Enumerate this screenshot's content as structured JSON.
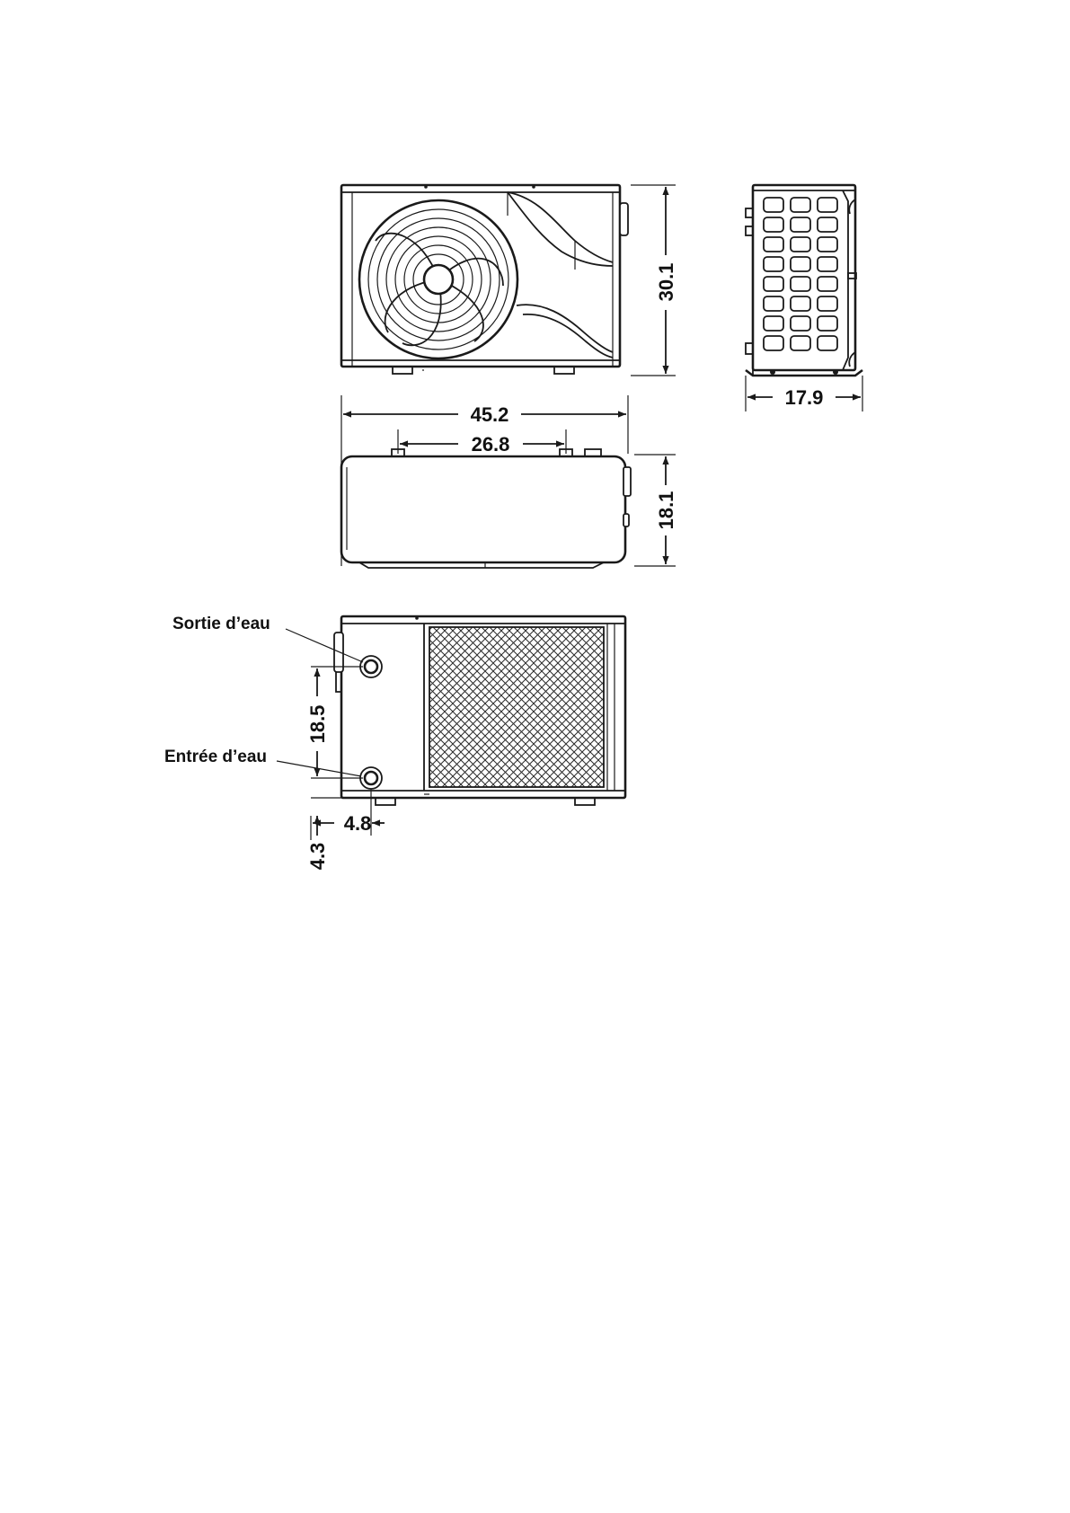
{
  "dimensions": {
    "front_height": "30.1",
    "side_width": "17.9",
    "overall_length": "45.2",
    "feet_spacing": "26.8",
    "top_depth": "18.1",
    "connection_spacing": "18.5",
    "connection_offset": "4.8",
    "base_height": "4.3"
  },
  "labels": {
    "water_outlet": "Sortie d’eau",
    "water_inlet": "Entrée d’eau"
  }
}
